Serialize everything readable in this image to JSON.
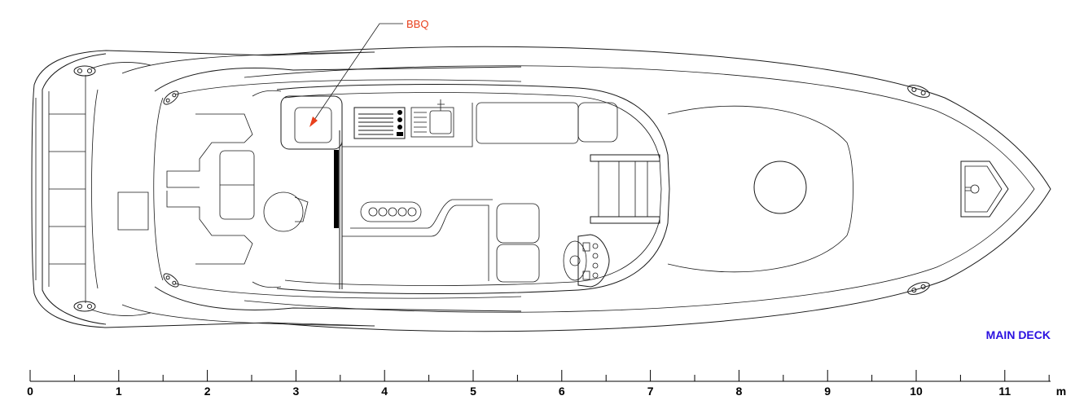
{
  "callout": {
    "label": "BBQ",
    "color": "#e8401c"
  },
  "deck_label": {
    "text": "MAIN DECK",
    "color": "#2a10e0"
  },
  "scale": {
    "unit": "m",
    "ticks": [
      "0",
      "1",
      "2",
      "3",
      "4",
      "5",
      "6",
      "7",
      "8",
      "9",
      "10",
      "11"
    ],
    "max": 11.5,
    "minor_step": 0.5
  },
  "icons": {
    "cleats": "cleat-icon",
    "hatch": "hatch-icon",
    "grill": "bbq-grill-icon",
    "sink": "sink-icon"
  }
}
